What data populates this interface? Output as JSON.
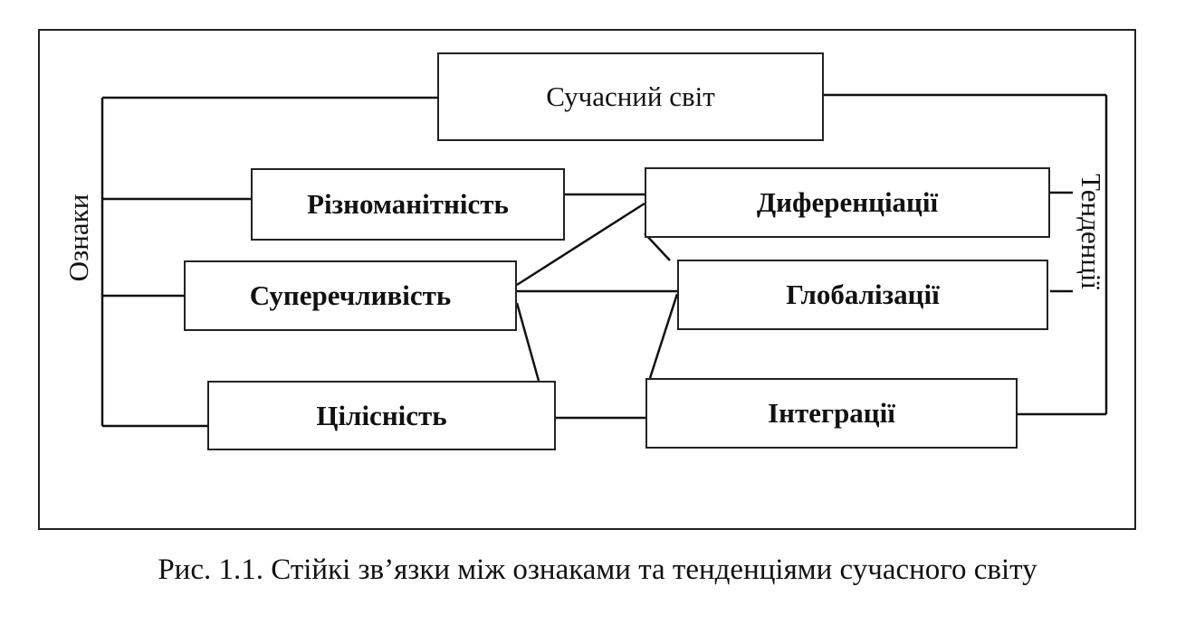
{
  "diagram": {
    "center": "Сучасний світ",
    "left_axis_label": "Ознаки",
    "right_axis_label": "Тенденції",
    "features": [
      "Різноманітність",
      "Суперечливість",
      "Цілісність"
    ],
    "trends": [
      "Диференціації",
      "Глобалізації",
      "Інтеграції"
    ]
  },
  "caption": "Рис. 1.1. Стійкі зв’язки між ознаками та тенденціями сучасного світу"
}
